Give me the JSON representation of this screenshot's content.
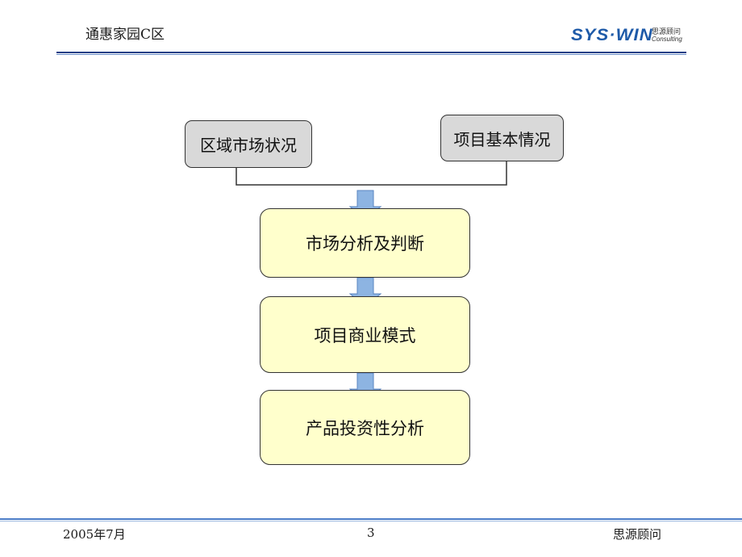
{
  "header": {
    "title": "通惠家园C区",
    "logo": {
      "wordmark": "SYS·WIN",
      "cn_text": "思源顾问",
      "en_text": "Consulting"
    }
  },
  "flow": {
    "inputs": [
      "区域市场状况",
      "项目基本情况"
    ],
    "steps": [
      "市场分析及判断",
      "项目商业模式",
      "产品投资性分析"
    ]
  },
  "footer": {
    "date": "2005年7月",
    "page": "3",
    "company": "思源顾问"
  },
  "colors": {
    "input_fill": "#d9d9d9",
    "step_fill": "#ffffcc",
    "arrow_fill": "#8db4e2",
    "rule": "#1e3f86",
    "brand": "#1e5aa8"
  }
}
